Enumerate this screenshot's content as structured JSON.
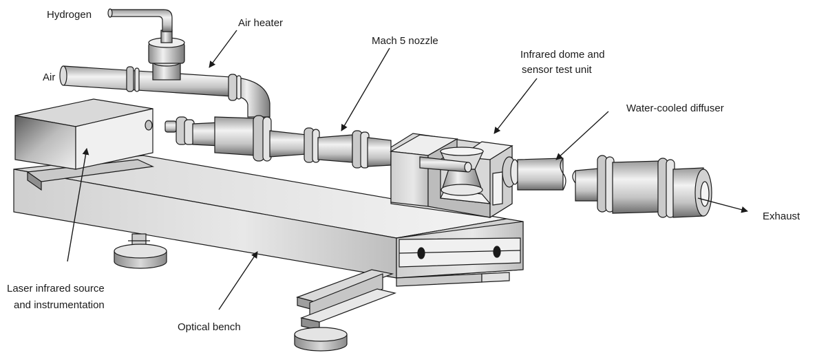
{
  "labels": {
    "hydrogen": "Hydrogen",
    "air": "Air",
    "air_heater": "Air heater",
    "mach_nozzle": "Mach 5 nozzle",
    "dome_line1": "Infrared dome and",
    "dome_line2": "sensor test unit",
    "diffuser": "Water-cooled diffuser",
    "exhaust": "Exhaust",
    "laser_line1": "Laser infrared source",
    "laser_line2": "and instrumentation",
    "optical_bench": "Optical bench"
  },
  "colors": {
    "outline": "#1a1a1a",
    "metal_light": "#e6e6e6",
    "metal_mid": "#b9b9b9",
    "metal_dark": "#7d7d7d",
    "background": "#ffffff"
  }
}
